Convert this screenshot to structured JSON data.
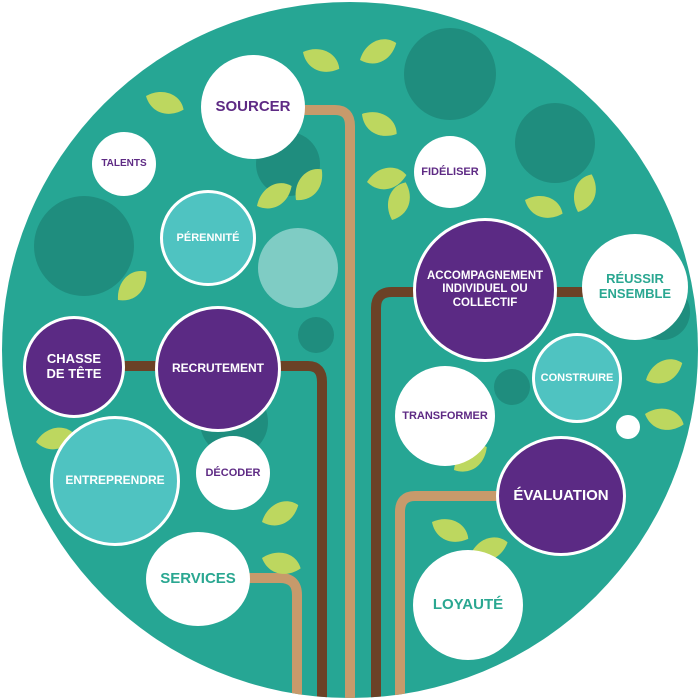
{
  "colors": {
    "background_circle": "#26a694",
    "dark_teal": "#1f8d7e",
    "light_teal": "#4fc3c1",
    "purple": "#5b2a84",
    "leaf_green": "#bdd75f",
    "branch_tan": "#c79a6b",
    "branch_brown": "#6b4226"
  },
  "bubbles": {
    "sourcer": "SOURCER",
    "talents": "TALENTS",
    "fideliser": "FIDÉLISER",
    "perennite": "PÉRENNITÉ",
    "accompagnement": "ACCOMPAGNEMENT INDIVIDUEL OU COLLECTIF",
    "reussir_ensemble": "RÉUSSIR ENSEMBLE",
    "chasse_de_tete": "CHASSE DE TÊTE",
    "recrutement": "RECRUTEMENT",
    "construire": "CONSTRUIRE",
    "transformer": "TRANSFORMER",
    "entreprendre": "ENTREPRENDRE",
    "decoder": "DÉCODER",
    "evaluation": "ÉVALUATION",
    "services": "SERVICES",
    "loyaute": "LOYAUTÉ"
  }
}
